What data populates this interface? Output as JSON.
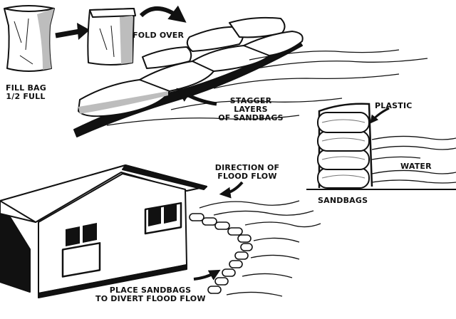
{
  "labels": {
    "fill_bag_line1": "FILL BAG",
    "fill_bag_line2": "1/2 FULL",
    "fold_over": "FOLD OVER",
    "stagger_line1": "STAGGER",
    "stagger_line2": "LAYERS",
    "stagger_line3": "OF SANDBAGS",
    "plastic": "PLASTIC",
    "water": "WATER",
    "sandbags": "SANDBAGS",
    "direction_line1": "DIRECTION OF",
    "direction_line2": "FLOOD FLOW",
    "place_line1": "PLACE SANDBAGS",
    "place_line2": "TO DIVERT FLOOD FLOW"
  },
  "colors": {
    "ink": "#111111",
    "background": "#ffffff",
    "bag_shade": "#bdbdbd"
  },
  "icons": [
    "open-sandbag-icon",
    "folded-sandbag-icon",
    "curved-arrow-icon",
    "house-icon"
  ]
}
